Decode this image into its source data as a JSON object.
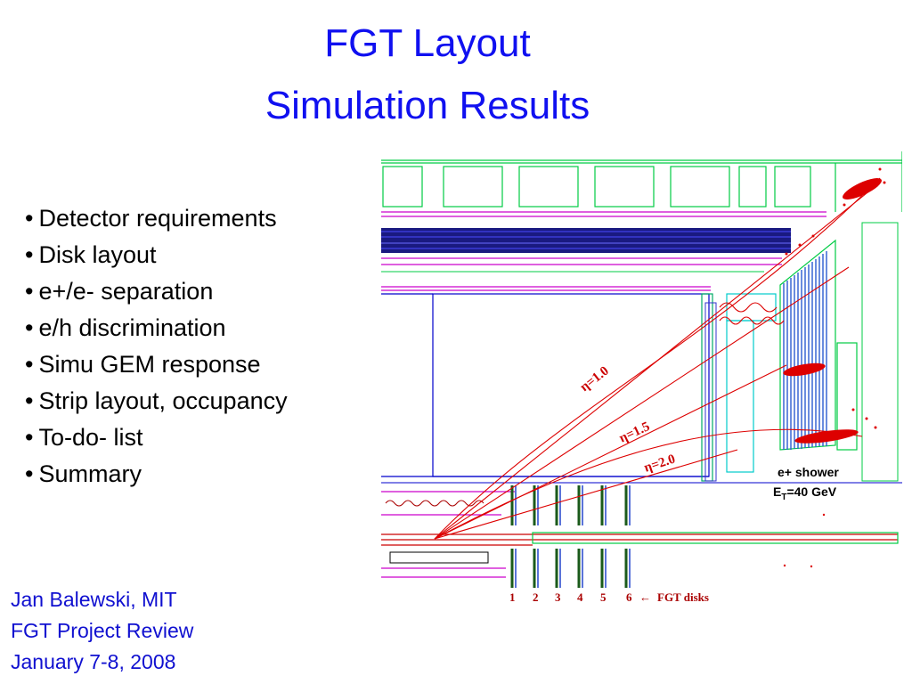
{
  "title": {
    "line1": "FGT Layout",
    "line2": "Simulation Results"
  },
  "bullets": [
    "Detector requirements",
    "Disk layout",
    "e+/e- separation",
    "e/h discrimination",
    "Simu GEM response",
    "Strip layout, occupancy",
    "To-do- list",
    "Summary"
  ],
  "bullet_glyph": "•",
  "footer": {
    "author": "Jan Balewski, MIT",
    "event": "FGT Project Review",
    "date": "January 7-8, 2008"
  },
  "figure": {
    "eta_labels": [
      "η=1.0",
      "η=1.5",
      "η=2.0"
    ],
    "shower_line1": "e+ shower",
    "shower_et_prefix": "E",
    "shower_et_sub": "T",
    "shower_et_value": "=40 GeV",
    "disk_numbers": [
      "1",
      "2",
      "3",
      "4",
      "5",
      "6"
    ],
    "disk_caption": "FGT disks",
    "arrow_glyph": "←"
  },
  "colors": {
    "title": "#1010f0",
    "footer": "#1010d0",
    "track": "#dd0000",
    "outline_green": "#00cc44",
    "outline_magenta": "#cc00cc",
    "outline_blue": "#0000cc",
    "outline_cyan": "#00cccc"
  }
}
